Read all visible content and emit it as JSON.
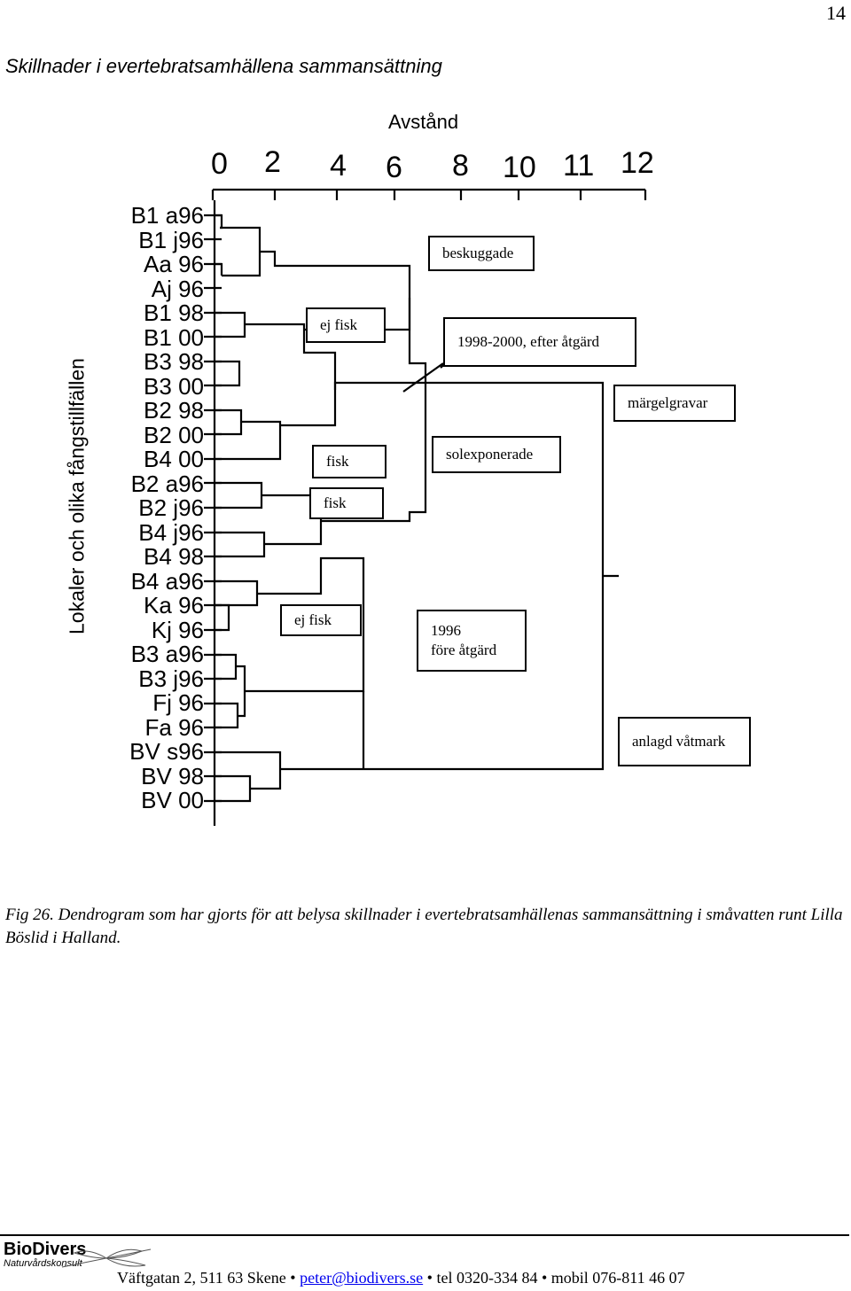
{
  "page_number": "14",
  "heading": "Skillnader i evertebratsamhällena sammansättning",
  "figure": {
    "axis_title": "Avstånd",
    "axis_ticks": [
      "0",
      "2",
      "4",
      "6",
      "8",
      "10",
      "11",
      "12"
    ],
    "y_label": "Lokaler och olika fångstillfällen",
    "leaves": [
      "B1 a96",
      "B1 j96",
      "Aa 96",
      "Aj 96",
      "B1 98",
      "B1 00",
      "B3 98",
      "B3 00",
      "B2 98",
      "B2 00",
      "B4 00",
      "B2 a96",
      "B2 j96",
      "B4 j96",
      "B4 98",
      "B4 a96",
      "Ka 96",
      "Kj 96",
      "B3 a96",
      "B3 j96",
      "Fj 96",
      "Fa 96",
      "BV s96",
      "BV 98",
      "BV 00"
    ],
    "annotations": {
      "beskuggade": "beskuggade",
      "ej_fisk_top": "ej fisk",
      "efter_atgard": "1998-2000, efter åtgärd",
      "margelgravar": "märgelgravar",
      "fisk_1": "fisk",
      "solexponerade": "solexponerade",
      "fisk_2": "fisk",
      "ej_fisk_bottom": "ej fisk",
      "fore_atgard": "1996\nföre åtgärd",
      "anlagd_vatmark": "anlagd våtmark"
    }
  },
  "caption": "Fig 26. Dendrogram som har gjorts för att belysa skillnader i evertebratsamhällenas sammansättning i småvatten runt Lilla Böslid i Halland.",
  "footer": {
    "logo_name": "BioDivers",
    "logo_sub": "Naturvårdskonsult",
    "address": "Väftgatan 2, 511 63 Skene",
    "email": "peter@biodivers.se",
    "tel": "tel 0320-334 84",
    "mobile": "mobil 076-811 46 07",
    "separator": "•"
  }
}
